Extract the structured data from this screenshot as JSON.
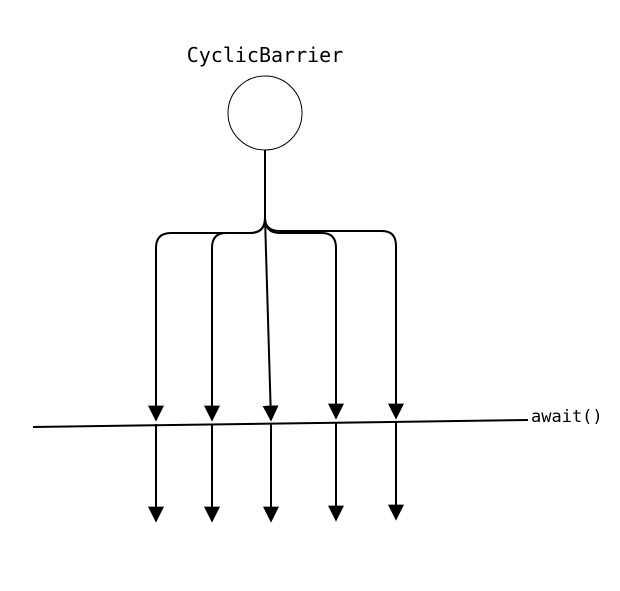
{
  "diagram": {
    "title": "CyclicBarrier",
    "barrier_label": "await()",
    "thread_count": 5,
    "colors": {
      "stroke": "#000000",
      "background": "#ffffff",
      "text": "#000000"
    }
  }
}
